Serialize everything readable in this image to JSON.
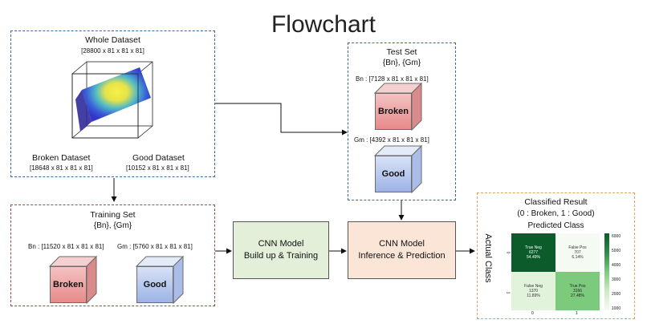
{
  "title": "Flowchart",
  "whole": {
    "title": "Whole Dataset",
    "dims": "[28800 x 81 x 81 x 81]",
    "broken_label": "Broken Dataset",
    "broken_dims": "[18648 x 81 x 81 x 81]",
    "good_label": "Good Dataset",
    "good_dims": "[10152 x 81 x 81 x 81]"
  },
  "test": {
    "title": "Test Set",
    "subtitle": "{Bn}, {Gm}",
    "bn_dims": "Bn : [7128 x 81 x 81 x 81]",
    "gm_dims": "Gm : [4392 x 81 x 81 x 81]",
    "broken_cube": "Broken",
    "good_cube": "Good"
  },
  "training": {
    "title": "Training Set",
    "subtitle": "{Bn}, {Gm}",
    "bn_dims": "Bn : [11520 x 81 x 81 x 81]",
    "gm_dims": "Gm : [5760 x 81 x 81 x 81]",
    "broken_cube": "Broken",
    "good_cube": "Good"
  },
  "cnn_build": {
    "line1": "CNN Model",
    "line2": "Build up & Training"
  },
  "cnn_infer": {
    "line1": "CNN Model",
    "line2": "Inference & Prediction"
  },
  "result": {
    "title": "Classified Result",
    "subtitle": "(0 : Broken,  1 : Good)",
    "xlabel": "Predicted Class",
    "ylabel": "Actual Class",
    "cells": [
      {
        "name": "True Neg",
        "count": "6277",
        "pct": "54.49%"
      },
      {
        "name": "False Pos",
        "count": "707",
        "pct": "6.14%"
      },
      {
        "name": "False Neg",
        "count": "1370",
        "pct": "11.89%"
      },
      {
        "name": "True Pos",
        "count": "3166",
        "pct": "27.48%"
      }
    ],
    "row_ticks": [
      "0",
      "1"
    ],
    "col_ticks": [
      "0",
      "1"
    ],
    "colorbar_ticks": [
      "6000",
      "5000",
      "4000",
      "3000",
      "2000",
      "1000"
    ]
  },
  "colors": {
    "broken_top": "#f4c2c2",
    "broken_bottom": "#e78a8a",
    "good_top": "#d8e2f6",
    "good_bottom": "#9cb3e6",
    "cnn_build_fill": "#e3efd9",
    "cnn_infer_fill": "#fbe5d6",
    "cm_dark": "#0b5c2a",
    "cm_light": "#f5fbf2",
    "cm_mid": "#7ccb7d"
  }
}
